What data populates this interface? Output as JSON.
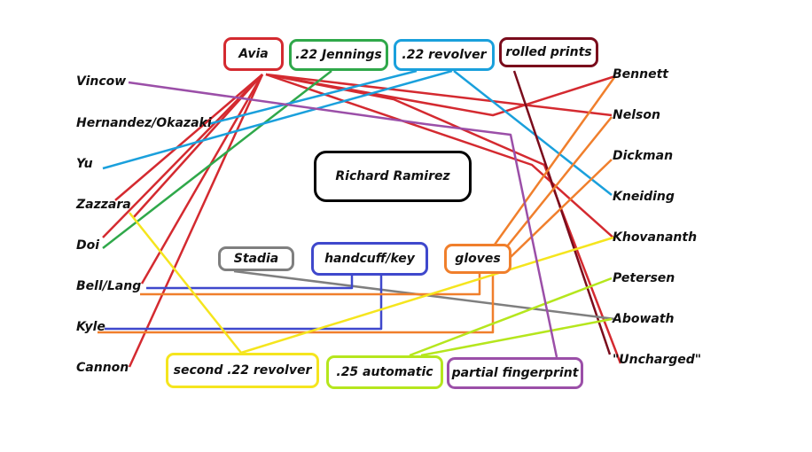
{
  "diagram": {
    "center": {
      "label": "Richard Ramirez",
      "color": "#000000"
    },
    "evidence": [
      {
        "id": "avia",
        "label": "Avia",
        "color": "#d42a30"
      },
      {
        "id": "jennings",
        "label": ".22 Jennings",
        "color": "#2fa84a"
      },
      {
        "id": "revolver22",
        "label": ".22 revolver",
        "color": "#1aa0dc"
      },
      {
        "id": "rolled",
        "label": "rolled prints",
        "color": "#7a0c1c"
      },
      {
        "id": "stadia",
        "label": "Stadia",
        "color": "#7f7f7f"
      },
      {
        "id": "handcuff",
        "label": "handcuff/key",
        "color": "#3f48cc"
      },
      {
        "id": "gloves",
        "label": "gloves",
        "color": "#f07f2c"
      },
      {
        "id": "second22",
        "label": "second .22 revolver",
        "color": "#f5e51e"
      },
      {
        "id": "auto25",
        "label": ".25 automatic",
        "color": "#b5e61d"
      },
      {
        "id": "partial",
        "label": "partial fingerprint",
        "color": "#9b4fa8"
      }
    ],
    "victims_left": [
      {
        "id": "vincow",
        "label": "Vincow"
      },
      {
        "id": "hernandez",
        "label": "Hernandez/Okazaki"
      },
      {
        "id": "yu",
        "label": "Yu"
      },
      {
        "id": "zazzara",
        "label": "Zazzara"
      },
      {
        "id": "doi",
        "label": "Doi"
      },
      {
        "id": "bell",
        "label": "Bell/Lang"
      },
      {
        "id": "kyle",
        "label": "Kyle"
      },
      {
        "id": "cannon",
        "label": "Cannon"
      }
    ],
    "victims_right": [
      {
        "id": "bennett",
        "label": "Bennett"
      },
      {
        "id": "nelson",
        "label": "Nelson"
      },
      {
        "id": "dickman",
        "label": "Dickman"
      },
      {
        "id": "kneiding",
        "label": "Kneiding"
      },
      {
        "id": "khovananth",
        "label": "Khovananth"
      },
      {
        "id": "petersen",
        "label": "Petersen"
      },
      {
        "id": "abowath",
        "label": "Abowath"
      },
      {
        "id": "uncharged",
        "label": "\"Uncharged\""
      }
    ],
    "connections": [
      {
        "from": "avia",
        "to": "hernandez"
      },
      {
        "from": "avia",
        "to": "zazzara"
      },
      {
        "from": "avia",
        "to": "doi"
      },
      {
        "from": "avia",
        "to": "bell"
      },
      {
        "from": "avia",
        "to": "cannon"
      },
      {
        "from": "avia",
        "to": "bennett"
      },
      {
        "from": "avia",
        "to": "nelson"
      },
      {
        "from": "avia",
        "to": "khovananth"
      },
      {
        "from": "avia",
        "to": "uncharged"
      },
      {
        "from": "jennings",
        "to": "doi"
      },
      {
        "from": "revolver22",
        "to": "hernandez"
      },
      {
        "from": "revolver22",
        "to": "yu"
      },
      {
        "from": "revolver22",
        "to": "kneiding"
      },
      {
        "from": "rolled",
        "to": "uncharged"
      },
      {
        "from": "stadia",
        "to": "abowath"
      },
      {
        "from": "handcuff",
        "to": "bell"
      },
      {
        "from": "handcuff",
        "to": "kyle"
      },
      {
        "from": "gloves",
        "to": "bennett"
      },
      {
        "from": "gloves",
        "to": "nelson"
      },
      {
        "from": "gloves",
        "to": "dickman"
      },
      {
        "from": "gloves",
        "to": "bell"
      },
      {
        "from": "gloves",
        "to": "kyle"
      },
      {
        "from": "second22",
        "to": "zazzara"
      },
      {
        "from": "second22",
        "to": "khovananth"
      },
      {
        "from": "auto25",
        "to": "petersen"
      },
      {
        "from": "auto25",
        "to": "abowath"
      },
      {
        "from": "partial",
        "to": "vincow"
      }
    ]
  }
}
